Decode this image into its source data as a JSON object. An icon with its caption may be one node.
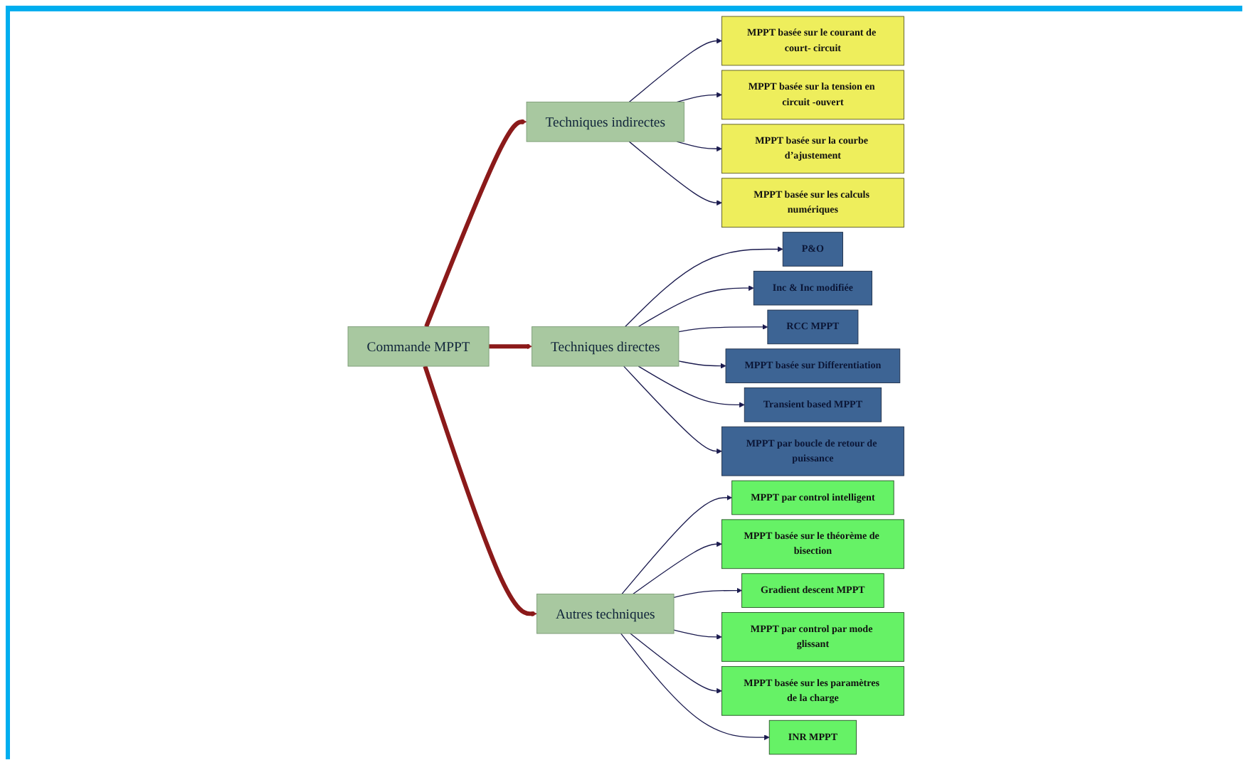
{
  "diagram": {
    "nodes": [
      {
        "text": [
          "Commande MPPT"
        ]
      },
      {
        "text": [
          "Techniques indirectes"
        ]
      },
      {
        "text": [
          "Techniques directes"
        ]
      },
      {
        "text": [
          "Autres techniques"
        ]
      },
      {
        "text": [
          "MPPT basée sur le courant de court- circuit"
        ]
      },
      {
        "text": [
          "MPPT basée sur la tension en circuit -ouvert"
        ]
      },
      {
        "text": [
          "MPPT basée sur la courbe d’ajustement"
        ]
      },
      {
        "text": [
          "MPPT basée sur les calculs numériques"
        ]
      },
      {
        "text": [
          "P&O"
        ]
      },
      {
        "text": [
          "Inc &  Inc modifiée"
        ]
      },
      {
        "text": [
          "RCC MPPT"
        ]
      },
      {
        "text": [
          "MPPT basée sur Differentiation"
        ]
      },
      {
        "text": [
          "Transient based MPPT"
        ]
      },
      {
        "text": [
          "MPPT par boucle de retour de puissance"
        ]
      },
      {
        "text": [
          "MPPT par control intelligent"
        ]
      },
      {
        "text": [
          "MPPT basée sur le théorème de bisection"
        ]
      },
      {
        "text": [
          "Gradient descent MPPT"
        ]
      },
      {
        "text": [
          "MPPT par control par mode glissant"
        ]
      },
      {
        "text": [
          "MPPT basée sur les paramètres de la charge"
        ]
      },
      {
        "text": [
          "INR MPPT"
        ]
      }
    ],
    "edges": [
      {
        "from": 0,
        "to": 1,
        "arrow": "to",
        "style": "thick",
        "color": "#8b1a1a"
      },
      {
        "from": 0,
        "to": 2,
        "arrow": "to",
        "style": "thick",
        "color": "#8b1a1a"
      },
      {
        "from": 0,
        "to": 3,
        "arrow": "to",
        "style": "thick",
        "color": "#8b1a1a"
      },
      {
        "from": 1,
        "to": 4,
        "arrow": "to"
      },
      {
        "from": 1,
        "to": 5,
        "arrow": "to"
      },
      {
        "from": 1,
        "to": 6,
        "arrow": "to"
      },
      {
        "from": 1,
        "to": 7,
        "arrow": "to"
      },
      {
        "from": 2,
        "to": 8,
        "arrow": "to"
      },
      {
        "from": 2,
        "to": 9,
        "arrow": "to"
      },
      {
        "from": 2,
        "to": 10,
        "arrow": "to"
      },
      {
        "from": 2,
        "to": 11,
        "arrow": "to"
      },
      {
        "from": 2,
        "to": 12,
        "arrow": "to"
      },
      {
        "from": 2,
        "to": 13,
        "arrow": "to"
      },
      {
        "from": 3,
        "to": 14,
        "arrow": "to"
      },
      {
        "from": 3,
        "to": 15,
        "arrow": "to"
      },
      {
        "from": 3,
        "to": 16,
        "arrow": "to"
      },
      {
        "from": 3,
        "to": 17,
        "arrow": "to"
      },
      {
        "from": 3,
        "to": 18,
        "arrow": "to"
      },
      {
        "from": 3,
        "to": 19,
        "arrow": "to"
      }
    ]
  }
}
